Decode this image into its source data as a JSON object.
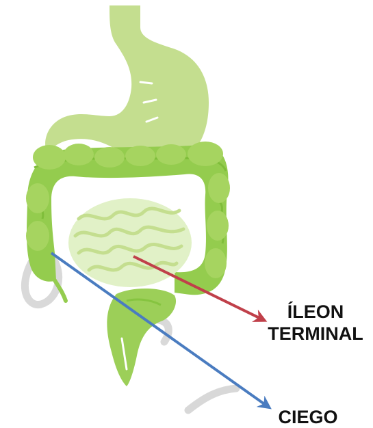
{
  "labels": {
    "ileon_line1": "ÍLEON",
    "ileon_line2": "TERMINAL",
    "ciego": "CIEGO"
  },
  "colors": {
    "background": "#ffffff",
    "organ_light": "#c4de8f",
    "organ_mid": "#a9d262",
    "organ_dark": "#86c440",
    "small_intestine": "#dff0c4",
    "arrow_ileon": "#c0404a",
    "arrow_ciego": "#4a7cc0",
    "watermark": "#c8c8c8"
  },
  "icons": [
    "digestive-system-illustration",
    "arrow-right-icon"
  ]
}
